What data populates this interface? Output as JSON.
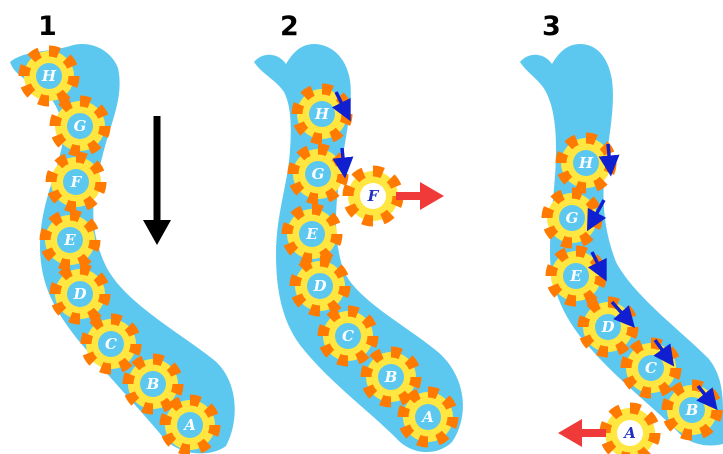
{
  "colors": {
    "tube": "#5cc8f0",
    "bead_orange": "#ff7a00",
    "bead_yellow": "#ffe640",
    "bead_core": "#5cc8f0",
    "bead_core_ejected": "#ffffff",
    "letter": "#ffffff",
    "letter_ejected": "#2030c0",
    "shift_arrow": "#1020d0",
    "eject_arrow": "#f03a3a",
    "down_arrow": "#000000"
  },
  "icons": {
    "down_arrow": "arrow-down-icon",
    "shift_arrow": "arrow-down-right-icon",
    "eject_right": "arrow-right-icon",
    "eject_left": "arrow-left-icon"
  },
  "panels": [
    {
      "number": "1",
      "beads": [
        {
          "letter": "H"
        },
        {
          "letter": "G"
        },
        {
          "letter": "F"
        },
        {
          "letter": "E"
        },
        {
          "letter": "D"
        },
        {
          "letter": "C"
        },
        {
          "letter": "B"
        },
        {
          "letter": "A"
        }
      ]
    },
    {
      "number": "2",
      "beads": [
        {
          "letter": "H"
        },
        {
          "letter": "G"
        },
        {
          "letter": "F"
        },
        {
          "letter": "E"
        },
        {
          "letter": "D"
        },
        {
          "letter": "C"
        },
        {
          "letter": "B"
        },
        {
          "letter": "A"
        }
      ]
    },
    {
      "number": "3",
      "beads": [
        {
          "letter": "H"
        },
        {
          "letter": "G"
        },
        {
          "letter": "E"
        },
        {
          "letter": "D"
        },
        {
          "letter": "C"
        },
        {
          "letter": "B"
        },
        {
          "letter": "A"
        }
      ]
    }
  ]
}
